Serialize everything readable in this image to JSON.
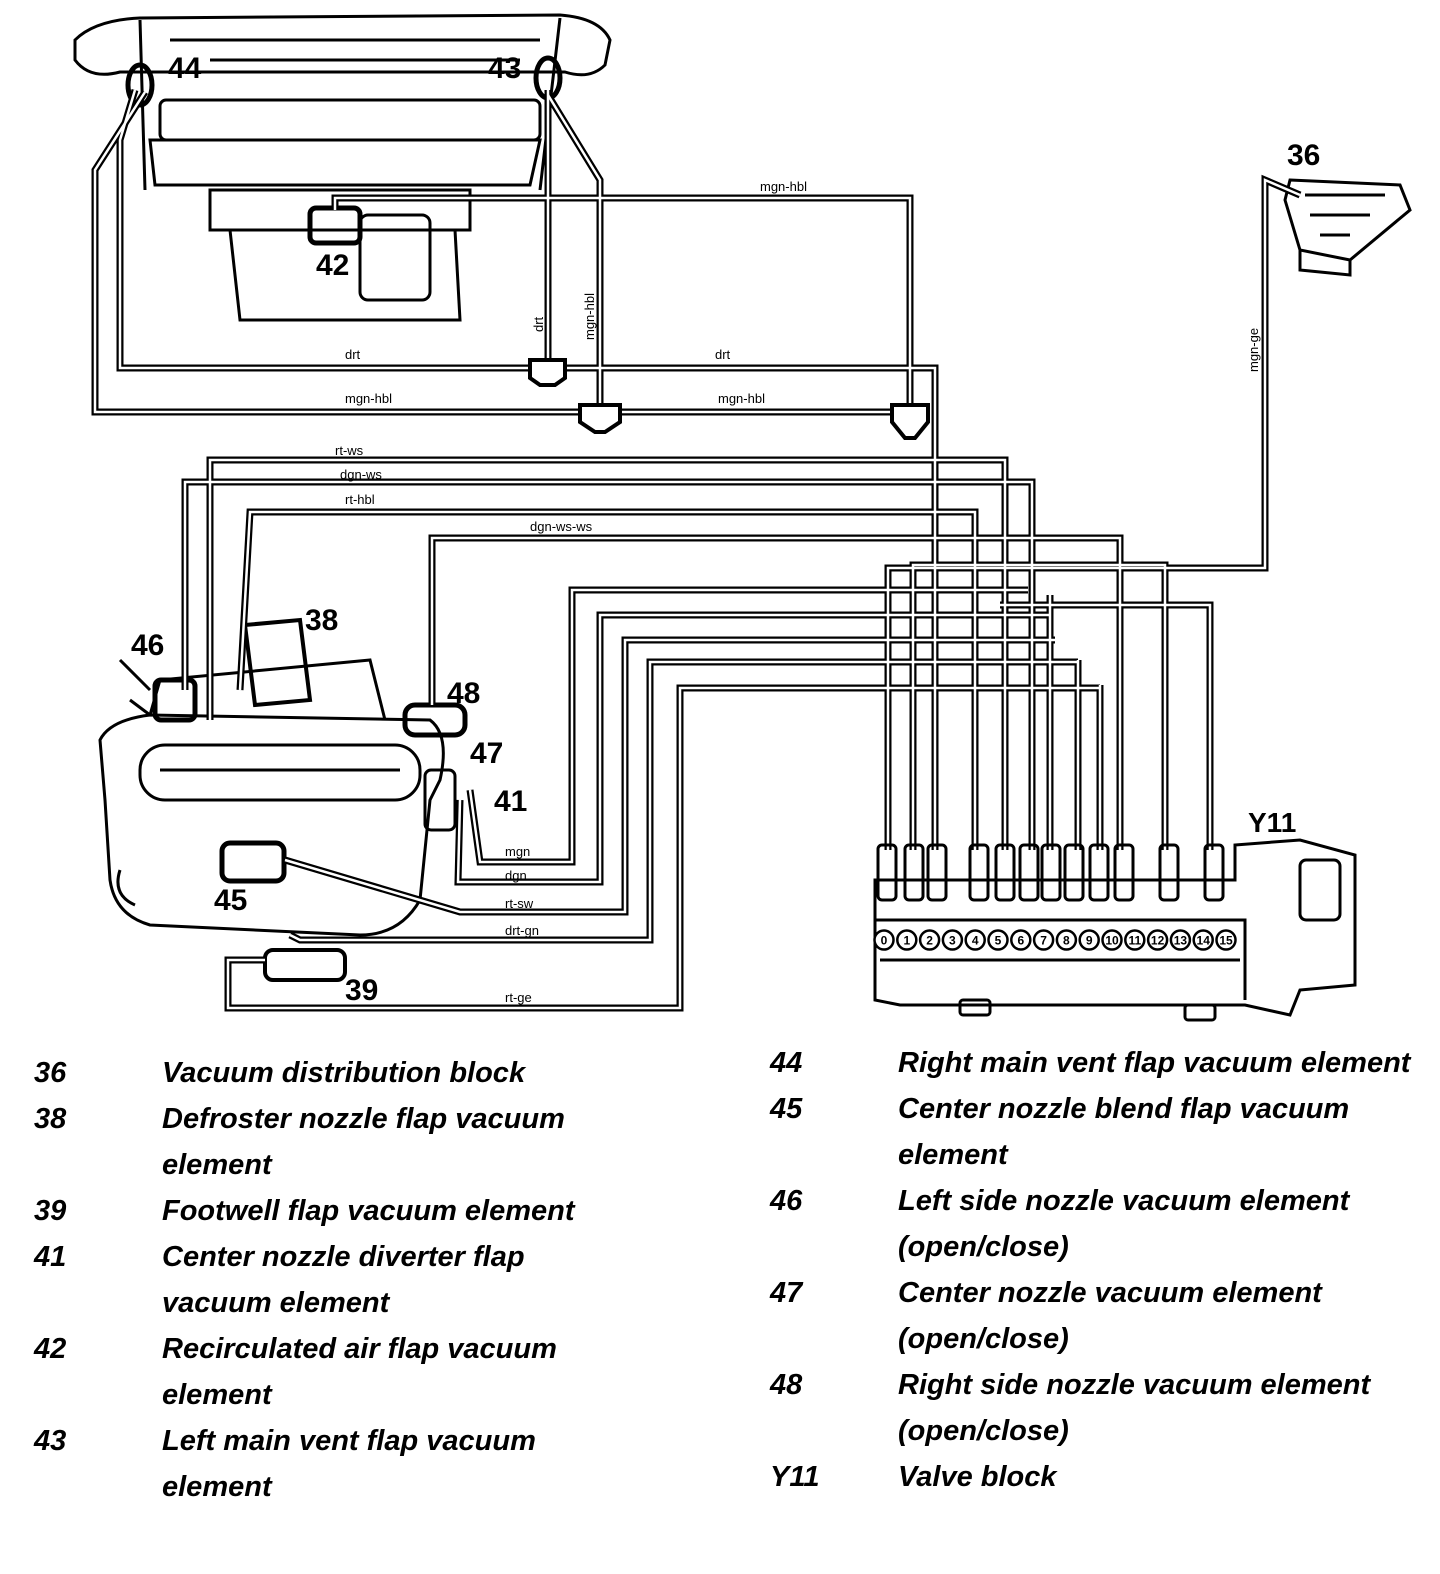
{
  "callouts": {
    "c44": "44",
    "c43": "43",
    "c42": "42",
    "c36": "36",
    "c38": "38",
    "c46": "46",
    "c48": "48",
    "c47": "47",
    "c41": "41",
    "c45": "45",
    "c39": "39",
    "cY11": "Y11"
  },
  "wire_labels": {
    "mgn_hbl_top": "mgn-hbl",
    "drt_vert": "drt",
    "mgn_hbl_vert": "mgn-hbl",
    "drt_left": "drt",
    "drt_right": "drt",
    "mgn_hbl_left": "mgn-hbl",
    "mgn_hbl_right": "mgn-hbl",
    "mgn_ge": "mgn-ge",
    "rt_ws": "rt-ws",
    "dgn_ws": "dgn-ws",
    "rt_hbl": "rt-hbl",
    "dgn_ws_ws": "dgn-ws-ws",
    "mgn": "mgn",
    "dgn": "dgn",
    "rt_sw": "rt-sw",
    "drt_gn": "drt-gn",
    "rt_ge": "rt-ge"
  },
  "valve_ports": [
    "0",
    "1",
    "2",
    "3",
    "4",
    "5",
    "6",
    "7",
    "8",
    "9",
    "10",
    "11",
    "12",
    "13",
    "14",
    "15"
  ],
  "legend_left": [
    {
      "num": "36",
      "desc": "Vacuum distribution block"
    },
    {
      "num": "38",
      "desc": "Defroster nozzle flap vacuum element"
    },
    {
      "num": "39",
      "desc": "Footwell flap vacuum element"
    },
    {
      "num": "41",
      "desc": "Center nozzle diverter flap vacuum element"
    },
    {
      "num": "42",
      "desc": "Recirculated air flap vacuum element"
    },
    {
      "num": "43",
      "desc": "Left main vent flap vacuum element"
    }
  ],
  "legend_right": [
    {
      "num": "44",
      "desc": "Right main vent flap vacuum element"
    },
    {
      "num": "45",
      "desc": "Center nozzle blend flap vacuum element"
    },
    {
      "num": "46",
      "desc": "Left side nozzle vacuum element (open/close)"
    },
    {
      "num": "47",
      "desc": "Center nozzle vacuum element (open/close)"
    },
    {
      "num": "48",
      "desc": "Right side nozzle vacuum element (open/close)"
    },
    {
      "num": "Y11",
      "desc": "Valve block"
    }
  ]
}
